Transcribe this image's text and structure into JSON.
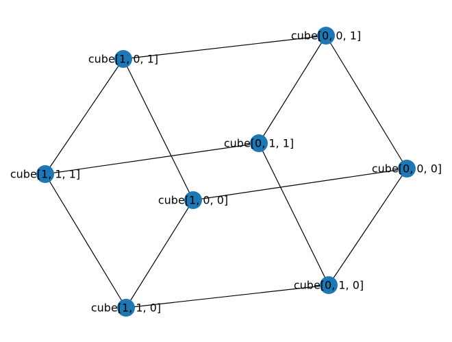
{
  "graph": {
    "node_color": "#1f77b4",
    "edge_color": "#000000",
    "nodes": [
      {
        "id": "001",
        "label": "cube[0, 0, 1]"
      },
      {
        "id": "101",
        "label": "cube[1, 0, 1]"
      },
      {
        "id": "011",
        "label": "cube[0, 1, 1]"
      },
      {
        "id": "111",
        "label": "cube[1, 1, 1]"
      },
      {
        "id": "000",
        "label": "cube[0, 0, 0]"
      },
      {
        "id": "100",
        "label": "cube[1, 0, 0]"
      },
      {
        "id": "010",
        "label": "cube[0, 1, 0]"
      },
      {
        "id": "110",
        "label": "cube[1, 1, 0]"
      }
    ],
    "edges": [
      [
        "101",
        "001"
      ],
      [
        "001",
        "011"
      ],
      [
        "001",
        "000"
      ],
      [
        "101",
        "111"
      ],
      [
        "101",
        "100"
      ],
      [
        "111",
        "011"
      ],
      [
        "011",
        "010"
      ],
      [
        "100",
        "000"
      ],
      [
        "000",
        "010"
      ],
      [
        "111",
        "110"
      ],
      [
        "100",
        "110"
      ],
      [
        "110",
        "010"
      ]
    ]
  }
}
